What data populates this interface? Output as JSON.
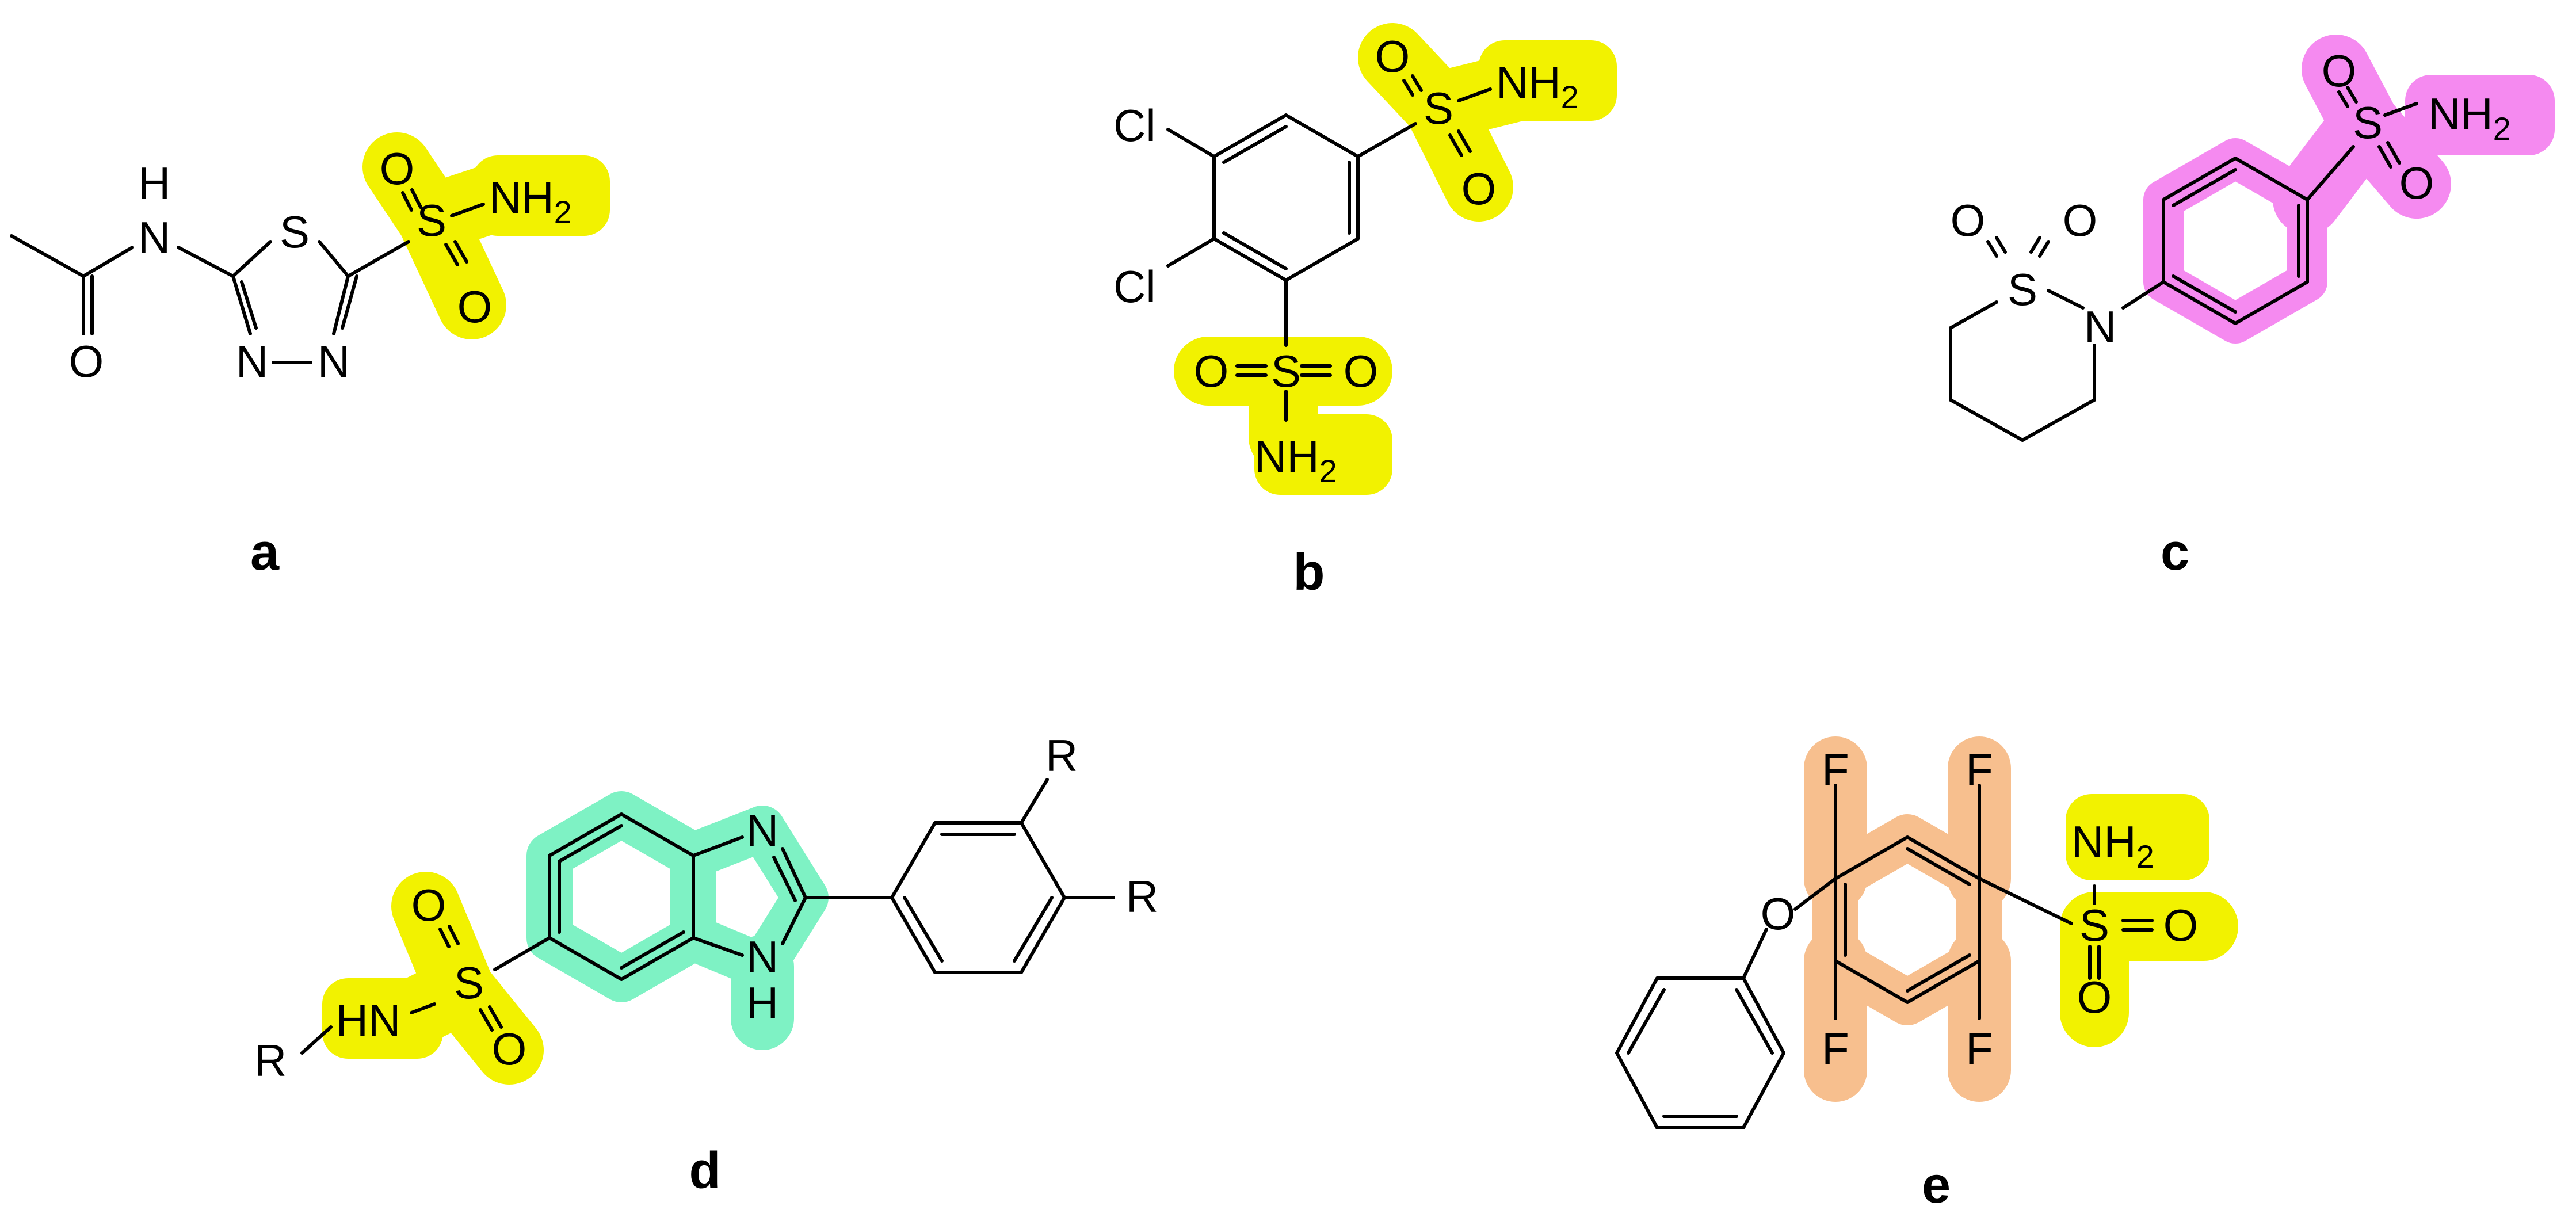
{
  "colors": {
    "sulfonamide_highlight": "#f2f200",
    "aryl_highlight_c": "#f58af0",
    "benzimidazole_highlight_d": "#7ef2c4",
    "tetrafluorophenyl_highlight_e": "#f7bf8e"
  },
  "structures": [
    {
      "label": "a",
      "atoms": {
        "nh": "N",
        "h": "H",
        "o": "O",
        "s_ring": "S",
        "n1": "N",
        "n2": "N",
        "s": "S",
        "o1": "O",
        "o2": "O",
        "nh2": "NH",
        "nh2_sub": "2"
      }
    },
    {
      "label": "b",
      "atoms": {
        "cl1": "Cl",
        "cl2": "Cl",
        "s1": "S",
        "o1a": "O",
        "o1b": "O",
        "nh2a": "NH",
        "nh2a_sub": "2",
        "s2": "S",
        "o2a": "O",
        "o2b": "O",
        "nh2b": "NH",
        "nh2b_sub": "2"
      }
    },
    {
      "label": "c",
      "atoms": {
        "s_ring": "S",
        "o_ring1": "O",
        "o_ring2": "O",
        "n": "N",
        "s": "S",
        "o1": "O",
        "o2": "O",
        "nh2": "NH",
        "nh2_sub": "2"
      }
    },
    {
      "label": "d",
      "atoms": {
        "r1": "R",
        "hn": "HN",
        "s": "S",
        "o1": "O",
        "o2": "O",
        "n_imid": "N",
        "nh": "N",
        "h": "H",
        "r2": "R",
        "r3": "R"
      }
    },
    {
      "label": "e",
      "atoms": {
        "o_ether": "O",
        "f1": "F",
        "f2": "F",
        "f3": "F",
        "f4": "F",
        "s": "S",
        "o1": "O",
        "o2": "O",
        "nh2": "NH",
        "nh2_sub": "2"
      }
    }
  ]
}
